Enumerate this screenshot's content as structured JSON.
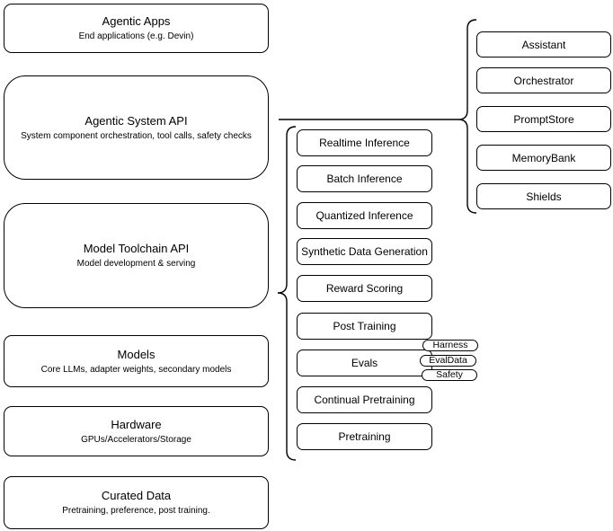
{
  "diagram": {
    "left_stack": [
      {
        "title": "Agentic Apps",
        "subtitle": "End applications (e.g. Devin)"
      },
      {
        "title": "Agentic System API",
        "subtitle": "System component orchestration, tool calls, safety checks"
      },
      {
        "title": "Model Toolchain API",
        "subtitle": "Model development & serving"
      },
      {
        "title": "Models",
        "subtitle": "Core LLMs, adapter weights, secondary models"
      },
      {
        "title": "Hardware",
        "subtitle": "GPUs/Accelerators/Storage"
      },
      {
        "title": "Curated Data",
        "subtitle": "Pretraining, preference, post training."
      }
    ],
    "toolchain_items": [
      "Realtime Inference",
      "Batch Inference",
      "Quantized Inference",
      "Synthetic Data Generation",
      "Reward Scoring",
      "Post Training",
      "Evals",
      "Continual Pretraining",
      "Pretraining"
    ],
    "eval_badges": [
      "Harness",
      "EvalData",
      "Safety"
    ],
    "system_components": [
      "Assistant",
      "Orchestrator",
      "PromptStore",
      "MemoryBank",
      "Shields"
    ],
    "colors": {
      "stroke": "#000000",
      "background": "#ffffff",
      "text": "#000000"
    }
  }
}
